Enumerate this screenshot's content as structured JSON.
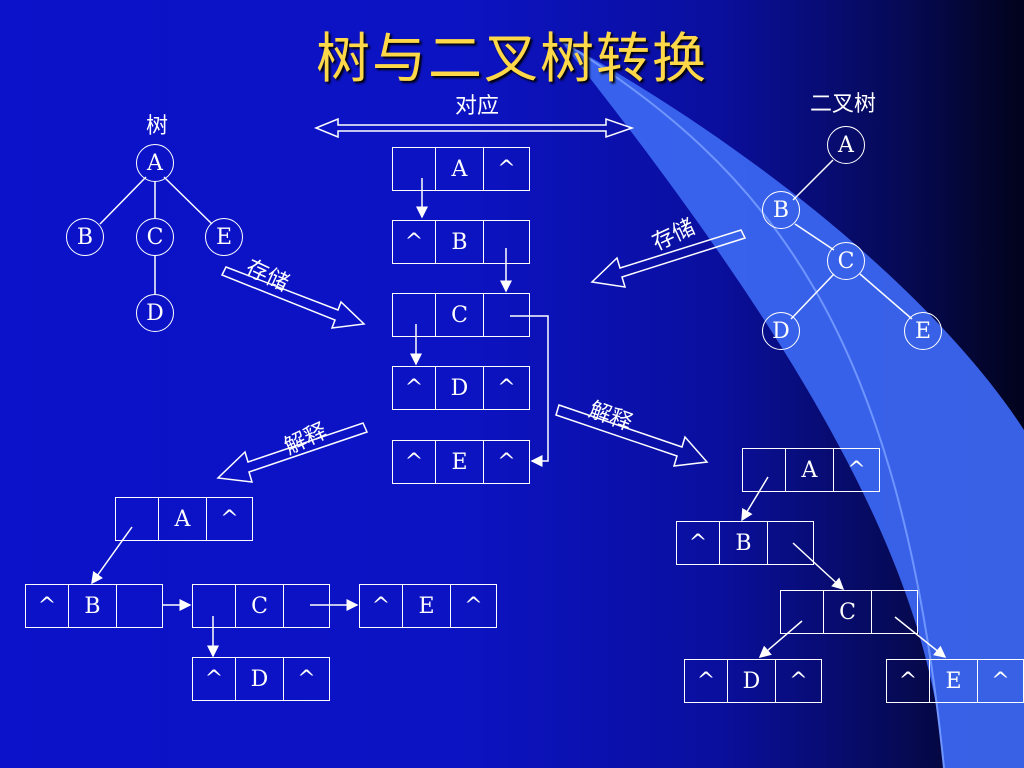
{
  "title": "树与二叉树转换",
  "labels": {
    "tree": "树",
    "binary_tree": "二叉树",
    "correspond": "对应",
    "store_left": "存储",
    "store_right": "存储",
    "explain_left": "解释",
    "explain_right": "解释"
  },
  "tree_nodes": {
    "a": "A",
    "b": "B",
    "c": "C",
    "e": "E",
    "d": "D"
  },
  "binary_nodes": {
    "a": "A",
    "b": "B",
    "c": "C",
    "d": "D",
    "e": "E"
  },
  "center_records": [
    [
      "",
      "A",
      "^"
    ],
    [
      "^",
      "B",
      ""
    ],
    [
      "",
      "C",
      ""
    ],
    [
      "^",
      "D",
      "^"
    ],
    [
      "^",
      "E",
      "^"
    ]
  ],
  "left_records": {
    "a": [
      "",
      "A",
      "^"
    ],
    "b": [
      "^",
      "B",
      ""
    ],
    "c": [
      "",
      "C",
      ""
    ],
    "e": [
      "^",
      "E",
      "^"
    ],
    "d": [
      "^",
      "D",
      "^"
    ]
  },
  "right_records": {
    "a": [
      "",
      "A",
      "^"
    ],
    "b": [
      "^",
      "B",
      ""
    ],
    "c": [
      "",
      "C",
      ""
    ],
    "d": [
      "^",
      "D",
      "^"
    ],
    "e": [
      "^",
      "E",
      "^"
    ]
  },
  "colors": {
    "background": "#0b12c9",
    "title": "#ffd84a",
    "curve": "#3b66f0",
    "stroke": "#ffffff"
  }
}
